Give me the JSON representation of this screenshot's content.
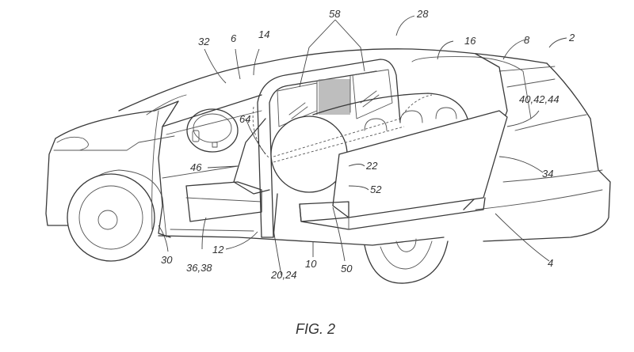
{
  "figure": {
    "caption": "FIG. 2",
    "subject": "vehicle with rotating seat assembly and airbag",
    "reference_numerals": {
      "r2": "2",
      "r4": "4",
      "r6": "6",
      "r8": "8",
      "r10": "10",
      "r12": "12",
      "r14": "14",
      "r16": "16",
      "r20_24": "20,24",
      "r22": "22",
      "r28": "28",
      "r30": "30",
      "r32": "32",
      "r34": "34",
      "r36_38": "36,38",
      "r40_42_44": "40,42,44",
      "r46": "46",
      "r50": "50",
      "r52": "52",
      "r58": "58",
      "r64": "64"
    }
  }
}
